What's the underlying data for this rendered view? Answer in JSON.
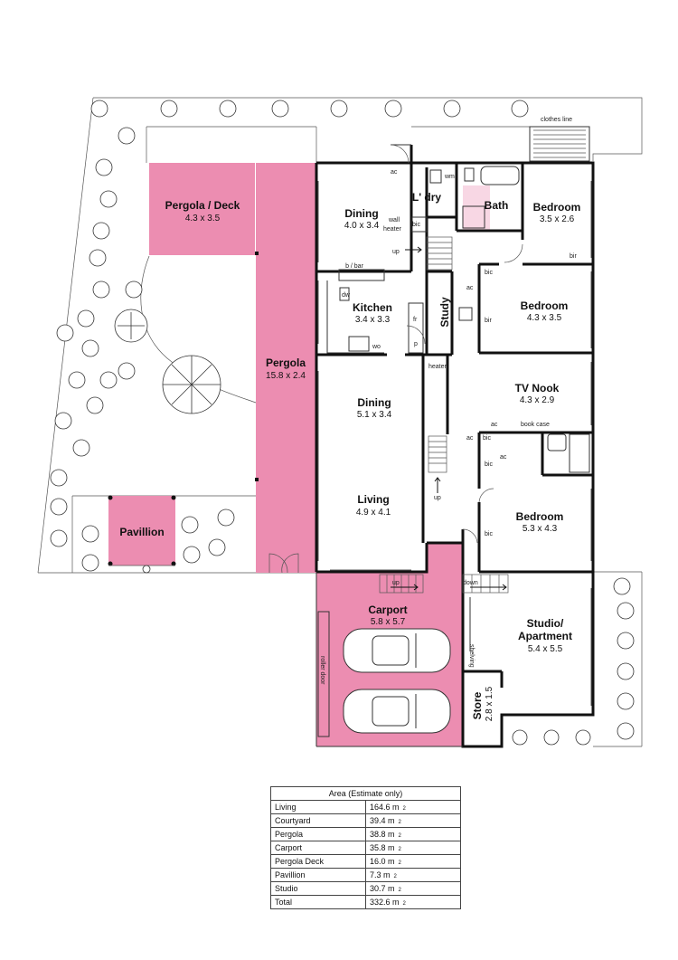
{
  "rooms": {
    "pergola_deck": {
      "name": "Pergola / Deck",
      "dims": "4.3 x 3.5"
    },
    "pergola": {
      "name": "Pergola",
      "dims": "15.8 x 2.4"
    },
    "pavillion": {
      "name": "Pavillion"
    },
    "dining_upper": {
      "name": "Dining",
      "dims": "4.0 x 3.4"
    },
    "kitchen": {
      "name": "Kitchen",
      "dims": "3.4 x 3.3"
    },
    "laundry": {
      "name": "L' dry"
    },
    "bath": {
      "name": "Bath"
    },
    "bedroom1": {
      "name": "Bedroom",
      "dims": "3.5 x 2.6"
    },
    "bedroom2": {
      "name": "Bedroom",
      "dims": "4.3 x 3.5"
    },
    "study": {
      "name": "Study"
    },
    "tv_nook": {
      "name": "TV Nook",
      "dims": "4.3 x 2.9"
    },
    "dining_lower": {
      "name": "Dining",
      "dims": "5.1 x 3.4"
    },
    "living": {
      "name": "Living",
      "dims": "4.9 x 4.1"
    },
    "bedroom3": {
      "name": "Bedroom",
      "dims": "5.3 x 4.3"
    },
    "carport": {
      "name": "Carport",
      "dims": "5.8 x 5.7"
    },
    "studio": {
      "name": "Studio/",
      "name2": "Apartment",
      "dims": "5.4 x 5.5"
    },
    "store": {
      "name": "Store",
      "dims": "2.8 x 1.5"
    }
  },
  "labels": {
    "clothes_line": "clothes line",
    "ac": "ac",
    "wm": "wm",
    "bic": "bic",
    "bir": "bir",
    "wall_heater_1": "wall",
    "wall_heater_2": "heater",
    "up": "up",
    "down": "down",
    "b_bar": "b / bar",
    "dw": "dw",
    "fr": "fr",
    "p": "p",
    "wo": "wo",
    "heater": "heater",
    "book_case": "book case",
    "shelving": "shelving",
    "roller_door": "roller door"
  },
  "area_table": {
    "title": "Area (Estimate only)",
    "unit": "m",
    "unit_sup": "2",
    "rows": [
      {
        "label": "Living",
        "value": "164.6"
      },
      {
        "label": "Courtyard",
        "value": "39.4"
      },
      {
        "label": "Pergola",
        "value": "38.8"
      },
      {
        "label": "Carport",
        "value": "35.8"
      },
      {
        "label": "Pergola Deck",
        "value": "16.0"
      },
      {
        "label": "Pavillion",
        "value": "7.3"
      },
      {
        "label": "Studio",
        "value": "30.7"
      },
      {
        "label": "Total",
        "value": "332.6"
      }
    ]
  },
  "colors": {
    "pink": "#ec8db1",
    "wall": "#111111"
  },
  "icons": [
    "tree-icon",
    "car-icon"
  ]
}
